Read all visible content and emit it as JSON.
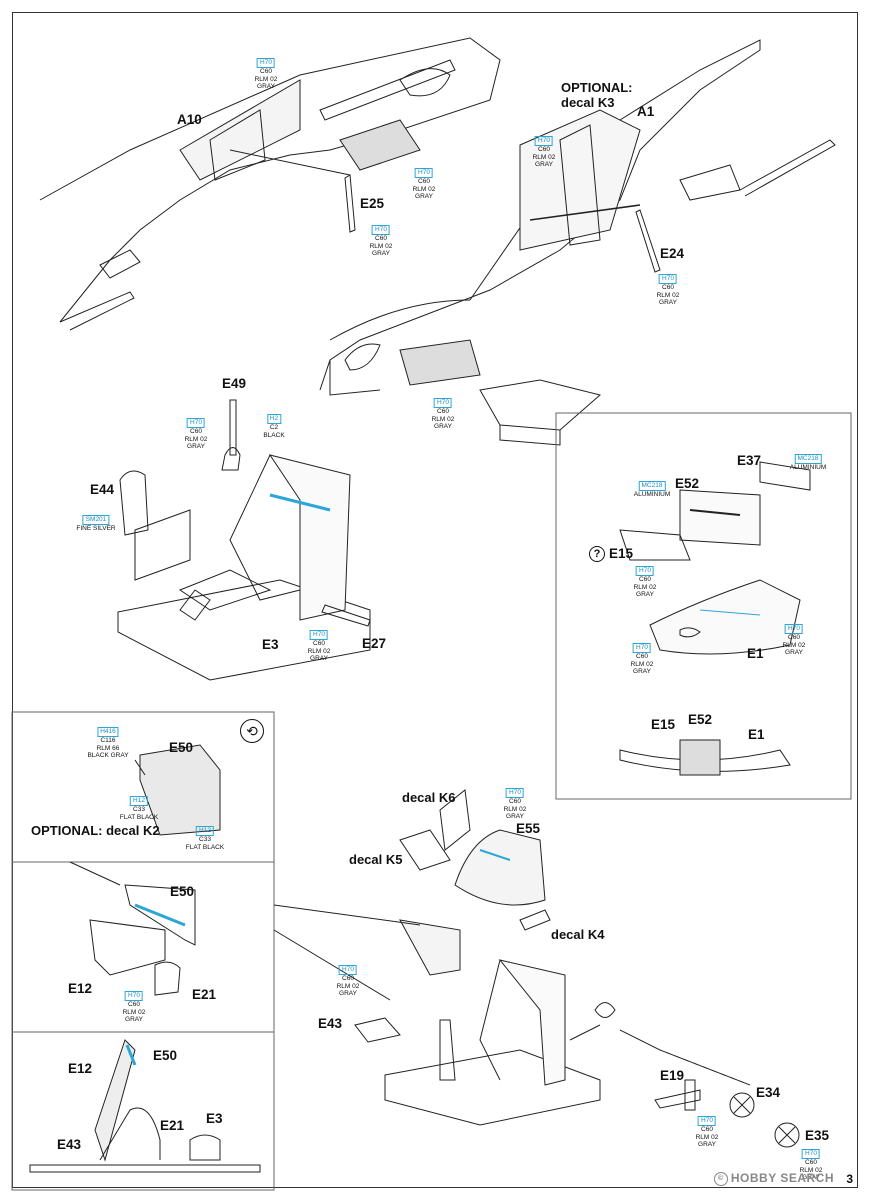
{
  "page": {
    "number": "3",
    "watermark": "HOBBY SEARCH",
    "watermark_mark": "©"
  },
  "parts": {
    "a10": "A10",
    "a1": "A1",
    "e25": "E25",
    "e24": "E24",
    "e49": "E49",
    "e44": "E44",
    "e3": "E3",
    "e27": "E27",
    "e37": "E37",
    "e52": "E52",
    "e15": "E15",
    "e1": "E1",
    "e15b": "E15",
    "e52b": "E52",
    "e1b": "E1",
    "e50": "E50",
    "e50b": "E50",
    "e12": "E12",
    "e21": "E21",
    "e12b": "E12",
    "e50c": "E50",
    "e21b": "E21",
    "e3b": "E3",
    "e43b": "E43",
    "e55": "E55",
    "e43": "E43",
    "e19": "E19",
    "e34": "E34",
    "e35": "E35"
  },
  "decals": {
    "k3_line1": "OPTIONAL:",
    "k3_line2": "decal K3",
    "k2": "OPTIONAL: decal K2",
    "k6": "decal K6",
    "k5": "decal K5",
    "k4": "decal K4"
  },
  "symbols": {
    "question": "?",
    "rotate": "⟲"
  },
  "colors": {
    "h70": {
      "code": "H70",
      "c": "C60",
      "name1": "RLM 02",
      "name2": "GRAY"
    },
    "h2": {
      "code": "H2",
      "c": "C2",
      "name1": "BLACK"
    },
    "sm201": {
      "code": "SM201",
      "name1": "FINE SILVER"
    },
    "mc218": {
      "code": "MC218",
      "name1": "ALUMINIUM"
    },
    "h416": {
      "code": "H416",
      "c": "C116",
      "name1": "RLM 66",
      "name2": "BLACK GRAY"
    },
    "h12": {
      "code": "H12",
      "c": "C33",
      "name1": "FLAT BLACK"
    }
  },
  "accent": "#2aa7d6"
}
